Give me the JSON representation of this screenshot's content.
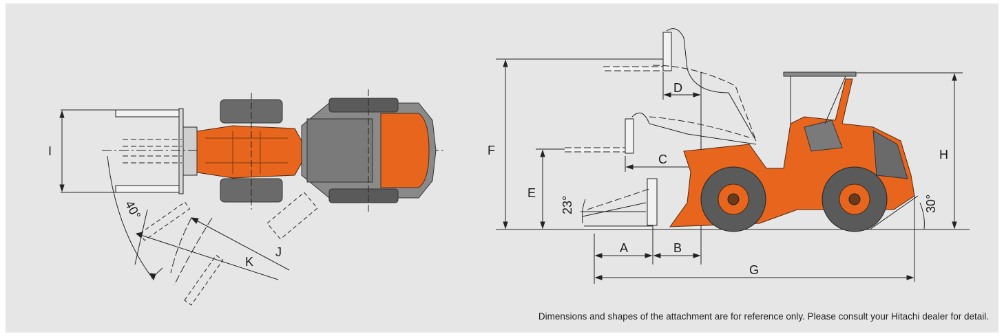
{
  "labels": {
    "I": "I",
    "angle_40": "40°",
    "K": "K",
    "J": "J",
    "F": "F",
    "D": "D",
    "C": "C",
    "E": "E",
    "angle_23": "23°",
    "A": "A",
    "B": "B",
    "G": "G",
    "H": "H",
    "angle_30": "30°"
  },
  "note": "Dimensions and shapes of the attachment are for reference only. Please consult your Hitachi dealer for detail.",
  "colors": {
    "background": "#e6e6e6",
    "machine_orange": "#e8651e",
    "body_grey": "#6e6e6e",
    "tire_grey": "#5a5a5a",
    "line": "#222222"
  }
}
